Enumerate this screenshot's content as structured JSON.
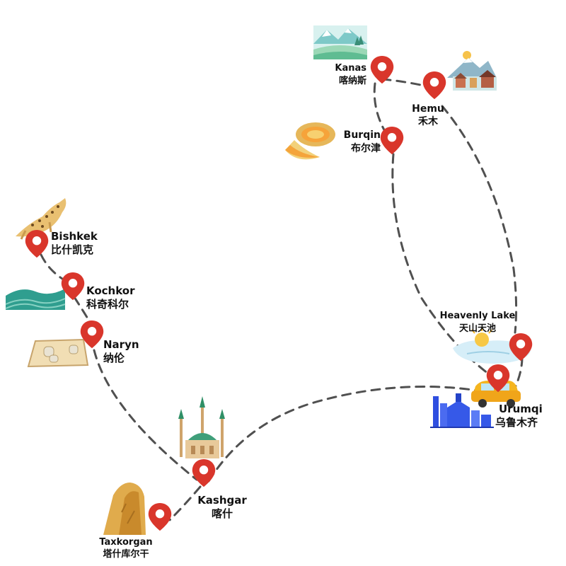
{
  "colors": {
    "route": "#505050",
    "pin": "#d9362b",
    "pin_dark": "#a82218",
    "label": "#111111"
  },
  "places": {
    "kanas": {
      "en": "Kanas",
      "zh": "喀纳斯"
    },
    "hemu": {
      "en": "Hemu",
      "zh": "禾木"
    },
    "burqin": {
      "en": "Burqin",
      "zh": "布尔津"
    },
    "bishkek": {
      "en": "Bishkek",
      "zh": "比什凯克"
    },
    "kochkor": {
      "en": "Kochkor",
      "zh": "科奇科尔"
    },
    "naryn": {
      "en": "Naryn",
      "zh": "纳伦"
    },
    "heavenly": {
      "en": "Heavenly Lake",
      "zh": "天山天池"
    },
    "urumqi": {
      "en": "Urumqi",
      "zh": "乌鲁木齐"
    },
    "kashgar": {
      "en": "Kashgar",
      "zh": "喀什"
    },
    "taxkorgan": {
      "en": "Taxkorgan",
      "zh": "塔什库尔干"
    }
  },
  "icons": {
    "kanas": "snowy-meadow-icon",
    "hemu": "mountain-village-icon",
    "burqin": "melon-icon",
    "bishkek": "snow-leopard-icon",
    "kochkor": "green-hills-icon",
    "naryn": "felt-carpet-icon",
    "heavenly": "sun-lake-icon",
    "urumqi": "city-skyline-icon",
    "car": "taxi-car-icon",
    "kashgar": "mosque-icon",
    "taxkorgan": "rock-mountain-icon"
  }
}
